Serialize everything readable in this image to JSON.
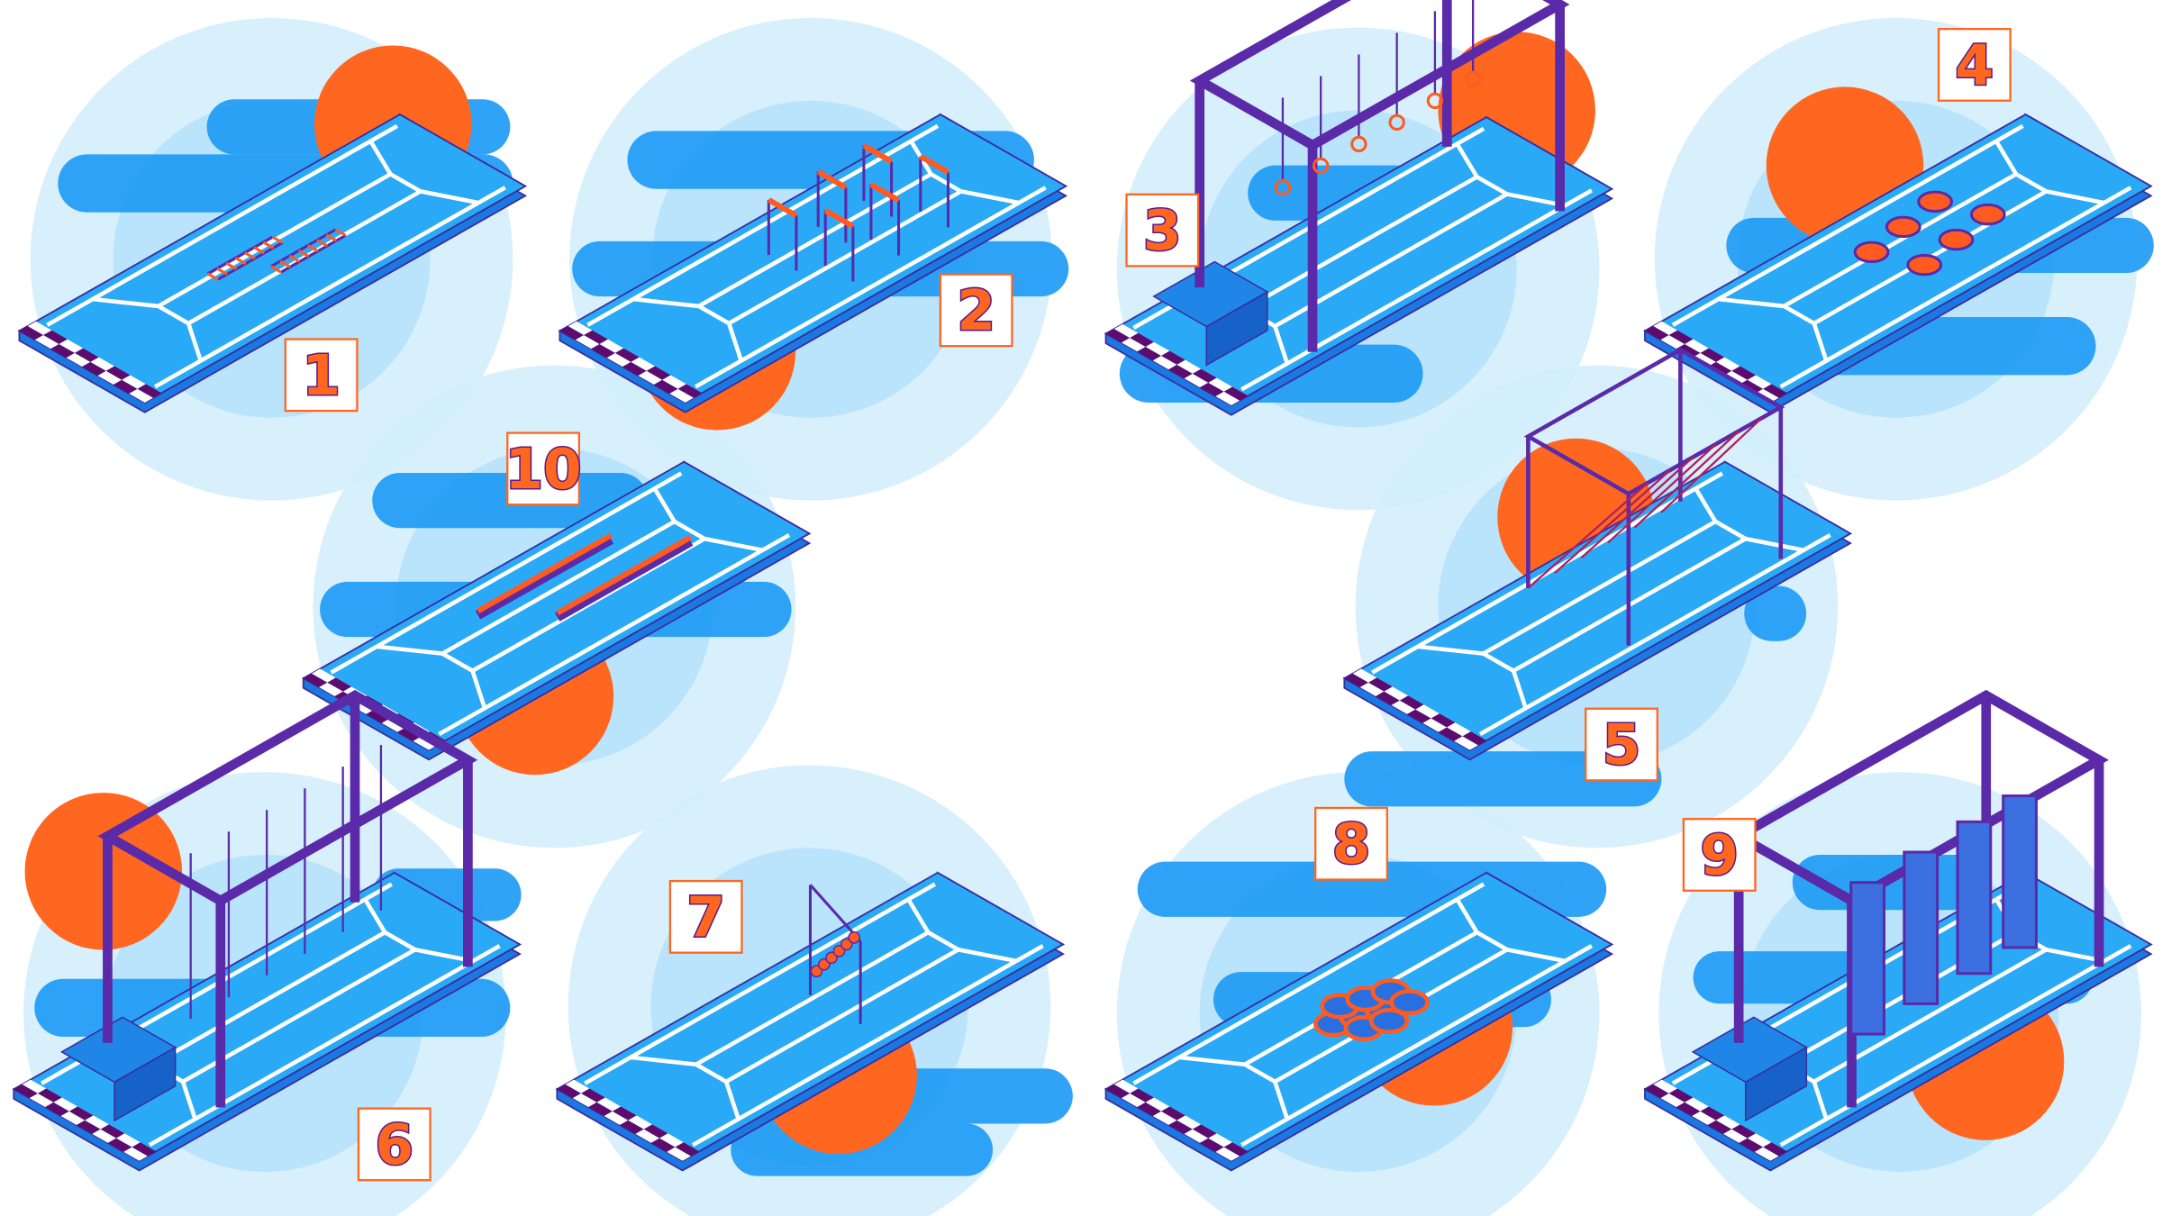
{
  "colors": {
    "halo": "#d4eefc",
    "halo_inner": "#b3e0fb",
    "cloud": "#1e9bf5",
    "sun": "#ff6620",
    "track_top": "#2aaaf6",
    "track_side": "#1b78e0",
    "outline": "#3b2d9e",
    "line": "#ffffff",
    "checker": "#5e0b6e",
    "obstacle": "#5a2aa8",
    "obstacle_accent": "#ff5a1f",
    "label_border": "#ff6620"
  },
  "scenes": [
    {
      "label": "1",
      "obstacle": "agility-ladders"
    },
    {
      "label": "2",
      "obstacle": "hurdles"
    },
    {
      "label": "3",
      "obstacle": "ring-swing-rig"
    },
    {
      "label": "4",
      "obstacle": "stepping-pads"
    },
    {
      "label": "10",
      "obstacle": "balance-beams"
    },
    {
      "label": "5",
      "obstacle": "rope-cage"
    },
    {
      "label": "6",
      "obstacle": "rope-swing-rig"
    },
    {
      "label": "7",
      "obstacle": "climbing-frame"
    },
    {
      "label": "8",
      "obstacle": "tire-run"
    },
    {
      "label": "9",
      "obstacle": "tower-rig"
    }
  ]
}
